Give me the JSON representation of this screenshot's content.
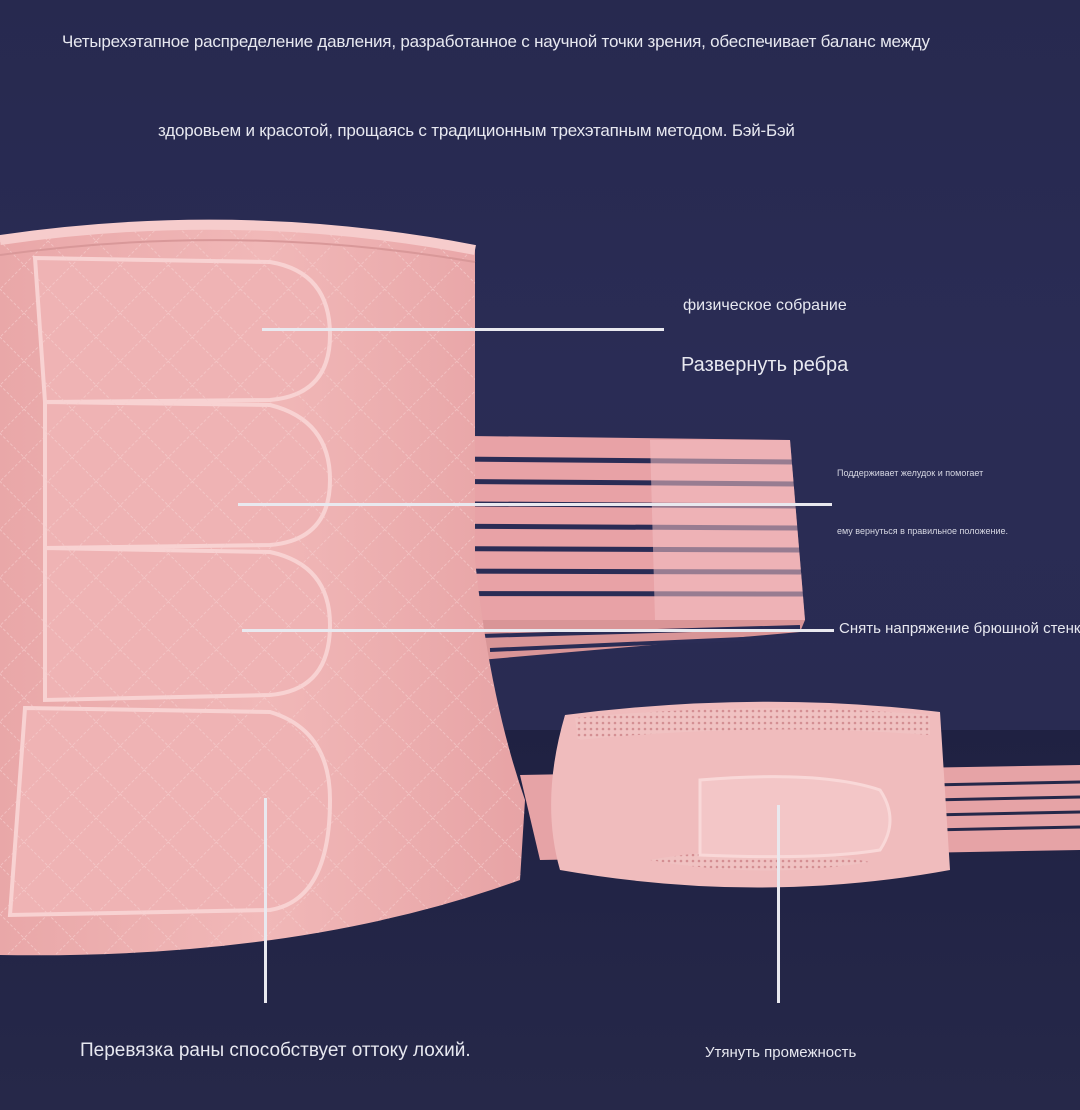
{
  "header": {
    "line1": "Четырехэтапное распределение давления, разработанное с научной точки зрения, обеспечивает баланс между",
    "line2": "здоровьем и красотой, прощаясь с традиционным трехэтапным методом. Бэй-Бэй"
  },
  "labels": {
    "physical_gathering": "физическое собрание",
    "expand_ribs": "Развернуть ребра",
    "stomach_support_1": "Поддерживает желудок и помогает",
    "stomach_support_2": "ему вернуться в правильное положение.",
    "abdominal_tension": "Снять напряжение брюшной стенки",
    "wound_lochia": "Перевязка раны способствует оттоку лохий.",
    "tighten_perineum": "Утянуть промежность"
  },
  "colors": {
    "background": "#24264a",
    "product_pink": "#eeb1b1",
    "callout_line": "#e9e9ef"
  }
}
